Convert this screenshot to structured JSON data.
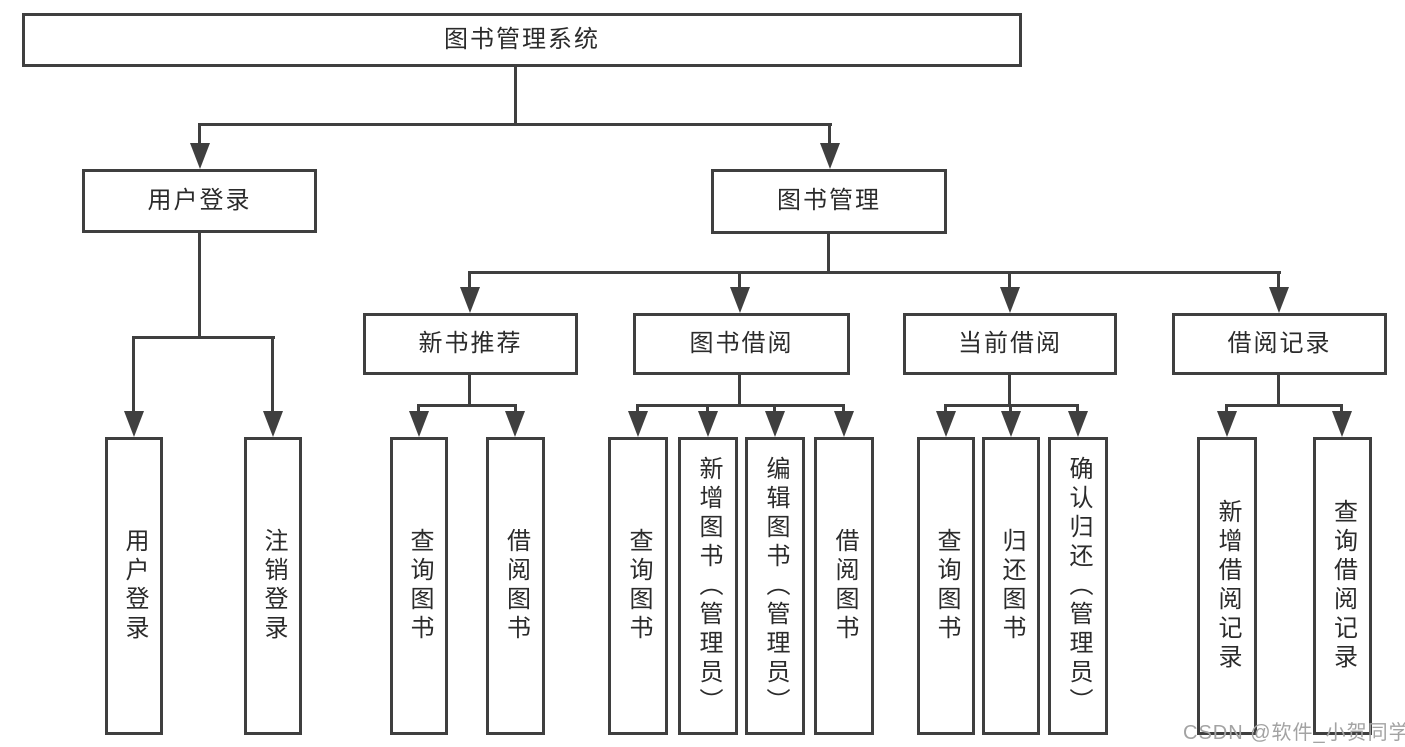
{
  "root": {
    "label": "图书管理系统"
  },
  "user_login": {
    "label": "用户登录",
    "children": [
      {
        "label": "用户登录"
      },
      {
        "label": "注销登录"
      }
    ]
  },
  "book_mgmt": {
    "label": "图书管理",
    "children": [
      {
        "label": "新书推荐",
        "children": [
          {
            "label": "查询图书"
          },
          {
            "label": "借阅图书"
          }
        ]
      },
      {
        "label": "图书借阅",
        "children": [
          {
            "label": "查询图书"
          },
          {
            "label": "新增图书（管理员）"
          },
          {
            "label": "编辑图书（管理员）"
          },
          {
            "label": "借阅图书"
          }
        ]
      },
      {
        "label": "当前借阅",
        "children": [
          {
            "label": "查询图书"
          },
          {
            "label": "归还图书"
          },
          {
            "label": "确认归还（管理员）"
          }
        ]
      },
      {
        "label": "借阅记录",
        "children": [
          {
            "label": "新增借阅记录"
          },
          {
            "label": "查询借阅记录"
          }
        ]
      }
    ]
  },
  "watermark": {
    "text": "CSDN @软件_小贺同学",
    "color": "#a3a3a3"
  },
  "colors": {
    "line": "#3f3f3f",
    "text": "#2b2b2b",
    "background": "#ffffff"
  }
}
